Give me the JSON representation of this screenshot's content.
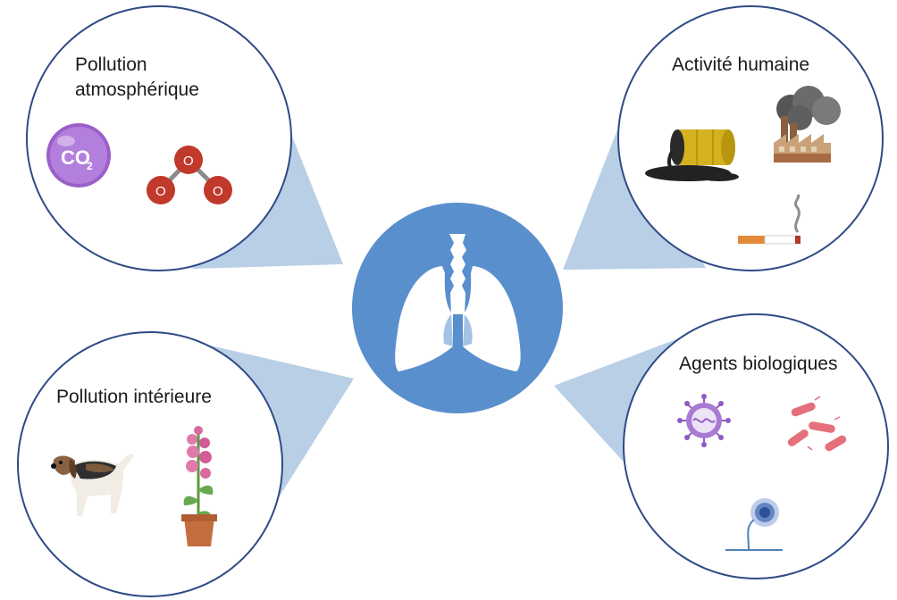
{
  "bubbles": {
    "top_left": {
      "title_line1": "Pollution",
      "title_line2": "atmosphérique"
    },
    "top_right": {
      "title": "Activité humaine"
    },
    "bottom_left": {
      "title": "Pollution intérieure"
    },
    "bottom_right": {
      "title": "Agents biologiques"
    }
  },
  "icons": {
    "co2": {
      "main": "CO",
      "sub": "2"
    },
    "ozone": {
      "atom_top": "O",
      "atom_left": "O",
      "atom_right": "O"
    }
  },
  "colors": {
    "center_fill": "#5a8fcd",
    "connector_fill": "#b9cfe6",
    "bubble_stroke": "#2f4a86"
  }
}
